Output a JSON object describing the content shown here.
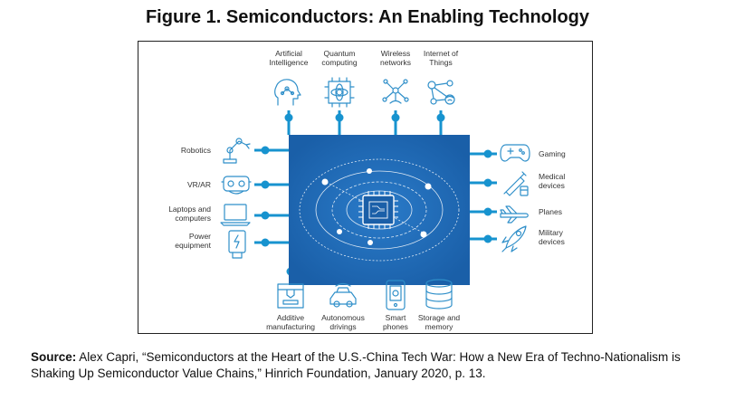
{
  "title": "Figure 1. Semiconductors: An Enabling Technology",
  "top_items": [
    {
      "lines": [
        "Artificial",
        "Intelligence"
      ],
      "icon": "ai-head-icon"
    },
    {
      "lines": [
        "Quantum",
        "computing"
      ],
      "icon": "quantum-chip-icon"
    },
    {
      "lines": [
        "Wireless",
        "networks"
      ],
      "icon": "wireless-network-icon"
    },
    {
      "lines": [
        "Internet of",
        "Things"
      ],
      "icon": "iot-icon"
    }
  ],
  "bottom_items": [
    {
      "lines": [
        "Additive",
        "manufacturing"
      ],
      "icon": "3d-printer-icon"
    },
    {
      "lines": [
        "Autonomous",
        "drivings"
      ],
      "icon": "autonomous-car-icon"
    },
    {
      "lines": [
        "Smart",
        "phones"
      ],
      "icon": "smartphone-icon"
    },
    {
      "lines": [
        "Storage and",
        "memory"
      ],
      "icon": "database-icon"
    }
  ],
  "left_items": [
    {
      "lines": [
        "Robotics"
      ],
      "icon": "robot-arm-icon"
    },
    {
      "lines": [
        "VR/AR"
      ],
      "icon": "vr-headset-icon"
    },
    {
      "lines": [
        "Laptops and",
        "computers"
      ],
      "icon": "laptop-icon"
    },
    {
      "lines": [
        "Power",
        "equipment"
      ],
      "icon": "power-plug-icon"
    }
  ],
  "right_items": [
    {
      "lines": [
        "Gaming"
      ],
      "icon": "gamepad-icon"
    },
    {
      "lines": [
        "Medical",
        "devices"
      ],
      "icon": "syringe-icon"
    },
    {
      "lines": [
        "Planes"
      ],
      "icon": "plane-icon"
    },
    {
      "lines": [
        "Military",
        "devices"
      ],
      "icon": "rocket-icon"
    }
  ],
  "center_icon": "microchip-icon",
  "colors": {
    "chip_panel": "#1a5fa8",
    "connector": "#1793cf",
    "icon": "#2f8fc9"
  },
  "source": {
    "label": "Source:",
    "text": " Alex Capri, “Semiconductors at the Heart of the U.S.-China Tech War: How a New Era of Techno-Nationalism is Shaking Up Semiconductor Value Chains,” Hinrich Foundation, January 2020, p. 13."
  }
}
